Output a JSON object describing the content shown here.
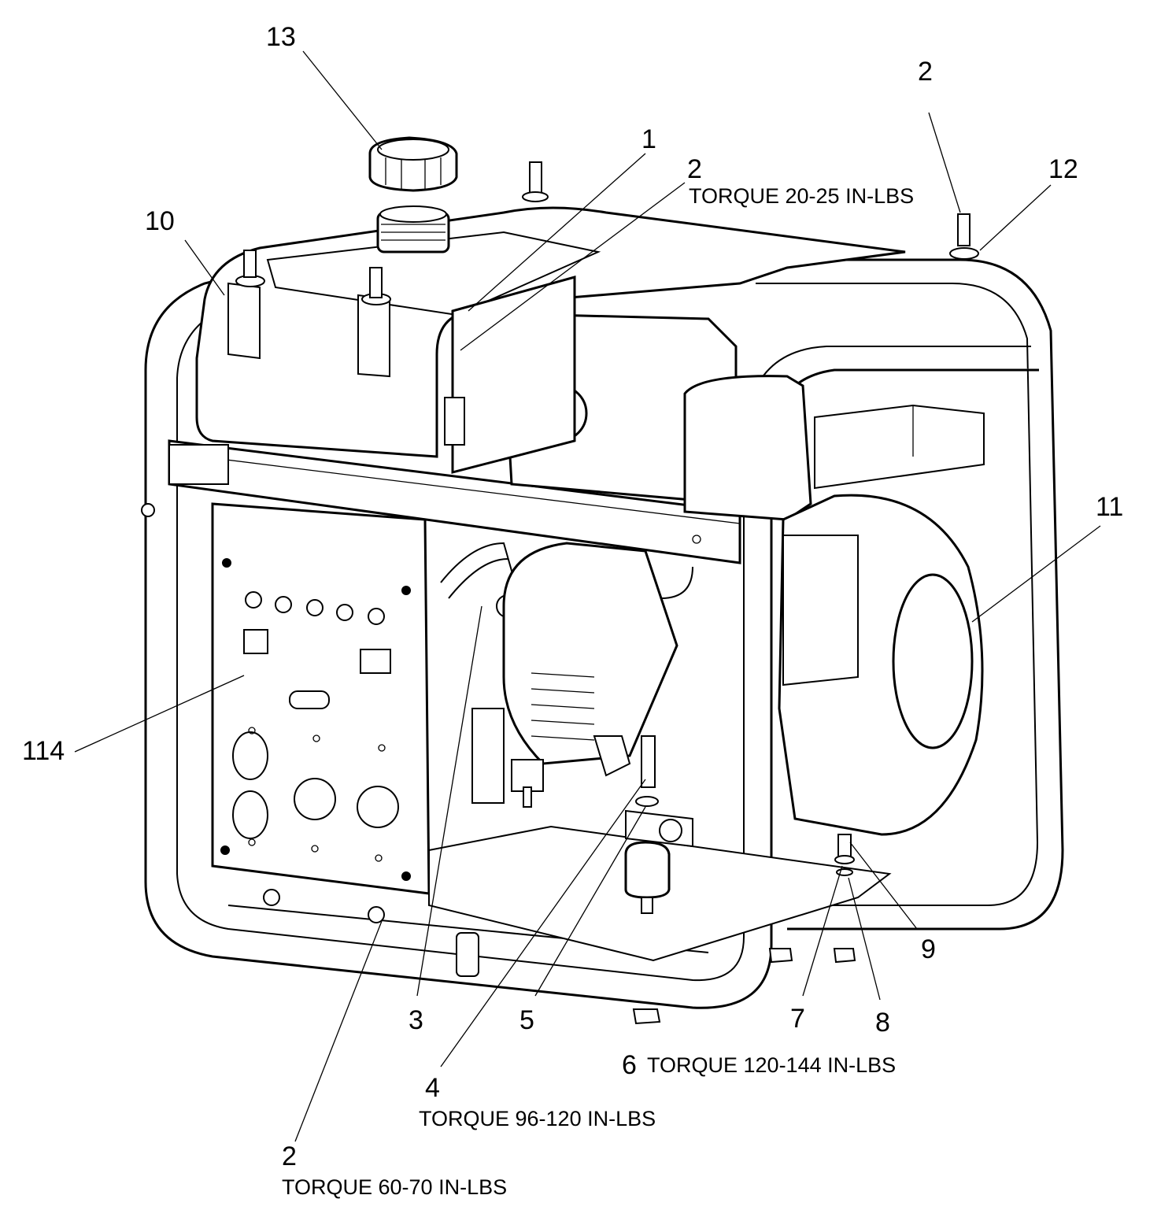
{
  "callouts": {
    "c13": "13",
    "c1": "1",
    "c2_top": "2",
    "c2_right": "2",
    "c12": "12",
    "c10": "10",
    "c11": "11",
    "c114": "114",
    "c9": "9",
    "c7": "7",
    "c8": "8",
    "c3": "3",
    "c5": "5",
    "c6": "6",
    "c4": "4",
    "c2_bottom": "2"
  },
  "torque": {
    "t_top": "TORQUE 20-25 IN-LBS",
    "t6": "TORQUE 120-144 IN-LBS",
    "t4": "TORQUE 96-120 IN-LBS",
    "t2": "TORQUE 60-70 IN-LBS"
  }
}
